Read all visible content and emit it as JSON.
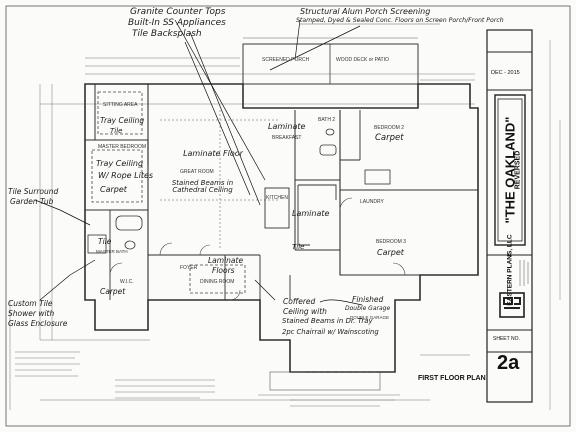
{
  "sheet": {
    "bg_color": "#fbfbf9",
    "line_color": "#3a3a3a"
  },
  "handwritten_notes": {
    "granite": "Granite Counter Tops",
    "built_in": "Built-In SS Appliances",
    "tile_backsplash": "Tile Backsplash",
    "porch_screen": "Structural Alum Porch Screening",
    "stamped_concrete": "Stamped, Dyed & Sealed Conc. Floors on Screen Porch/Front Porch",
    "tray_ceiling_sitting": "Tray Ceiling",
    "tile_sitting": "Tile",
    "tray_ceiling_master_1": "Tray Ceiling",
    "tray_ceiling_master_2": "W/ Rope Lites",
    "carpet_master": "Carpet",
    "laminate_great_room": "Laminate Floor",
    "stained_beams": "Stained Beams in Cathedral Ceiling",
    "laminate_breakfast": "Laminate",
    "carpet_bedroom2": "Carpet",
    "laminate_kitchen": "Laminate",
    "tile_bath": "Tile",
    "laminate_foyer_1": "Laminate",
    "laminate_foyer_2": "Floors",
    "tile_garden_tub_1": "Tile Surround",
    "tile_garden_tub_2": "Garden Tub",
    "carpet_bedroom3": "Carpet",
    "tile_master_bath": "Tile",
    "carpet_master_closet": "Carpet",
    "custom_shower_1": "Custom Tile",
    "custom_shower_2": "Shower with",
    "custom_shower_3": "Glass Enclosure",
    "coffered_1": "Coffered",
    "coffered_2": "Ceiling with",
    "coffered_3": "Stained Beams in Dr. Tray",
    "chair_rail": "2pc Chairrail w/ Wainscoting",
    "finished_garage_1": "Finished",
    "finished_garage_2": "Double Garage"
  },
  "plan_labels": {
    "screened_porch": "SCREENED PORCH",
    "wood_deck": "WOOD DECK or PATIO",
    "sitting_area": "SITTING AREA",
    "master_bedroom": "MASTER BEDROOM",
    "great_room": "GREAT ROOM",
    "breakfast": "BREAKFAST",
    "kitchen": "KITCHEN",
    "bedroom_2": "BEDROOM 2",
    "bath_2": "BATH 2",
    "laundry": "LAUNDRY",
    "master_bath": "MASTER BATH",
    "foyer": "FOYER",
    "dining_room": "DINING ROOM",
    "bedroom_3": "BEDROOM 3",
    "garage": "DOUBLE GARAGE",
    "wic": "W.I.C."
  },
  "title_block": {
    "date": "DEC - 2015",
    "plan_name": "\"THE OAKLAND\"",
    "plan_sub": "REVERSED",
    "company": "EASTERN PLANS, LLC",
    "sheet_label": "FIRST FLOOR PLAN",
    "sheet_no_label": "SHEET NO.",
    "sheet_no": "2a"
  }
}
